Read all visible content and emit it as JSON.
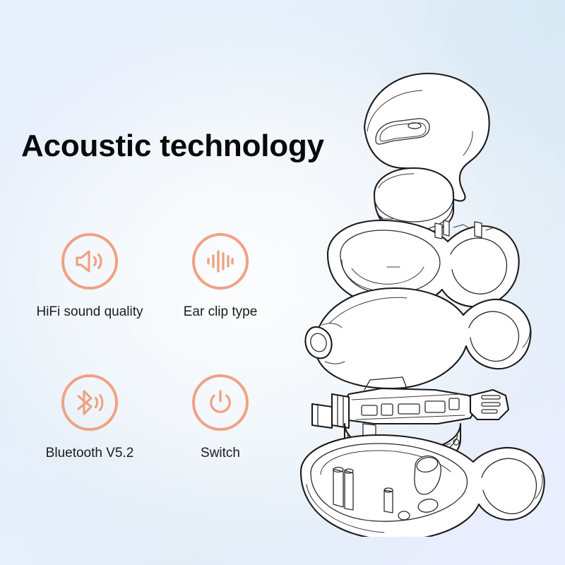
{
  "page": {
    "headline": "Acoustic technology",
    "background_colors": {
      "top_left": "#e9f0fd",
      "top_right": "#dce9f5",
      "bottom_left": "#ebf1fd",
      "bottom_right": "#eceefe",
      "center": "#f6fafc"
    },
    "accent_color": "#f0a183",
    "text_color": "#1b1b1f"
  },
  "features": [
    {
      "icon": "speaker-sound-icon",
      "label": "HiFi sound quality"
    },
    {
      "icon": "audio-waveform-icon",
      "label": "Ear clip type"
    },
    {
      "icon": "bluetooth-signal-icon",
      "label": "Bluetooth V5.2"
    },
    {
      "icon": "power-switch-icon",
      "label": "Switch"
    }
  ],
  "product": {
    "name": "exploded-earbud-diagram",
    "parts": [
      "outer-shell-cover",
      "speaker-dome-housing",
      "ear-hook-clip-ring",
      "ear-hook-body",
      "internal-circuit-assembly",
      "bottom-shell-base"
    ]
  }
}
